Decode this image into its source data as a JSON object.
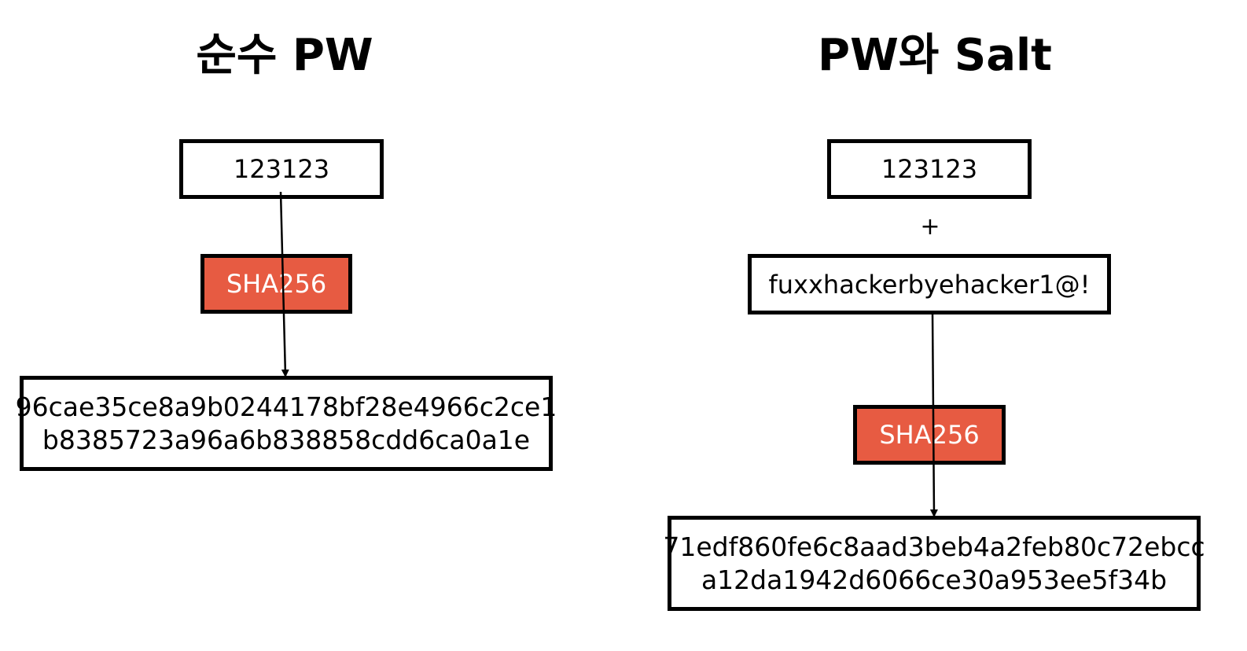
{
  "left": {
    "title": "순수 PW",
    "input": "123123",
    "hash": "SHA256",
    "output": [
      "96cae35ce8a9b0244178bf28e4966c2ce1",
      "b8385723a96a6b838858cdd6ca0a1e"
    ]
  },
  "right": {
    "title": "PW와 Salt",
    "input": "123123",
    "plus": "+",
    "salt": "fuxxhackerbyehacker1@!",
    "hash": "SHA256",
    "output": [
      "71edf860fe6c8aad3beb4a2feb80c72ebcc",
      "a12da1942d6066ce30a953ee5f34b"
    ]
  },
  "colors": {
    "hash_fill": "#e75b42",
    "border": "#000000"
  }
}
